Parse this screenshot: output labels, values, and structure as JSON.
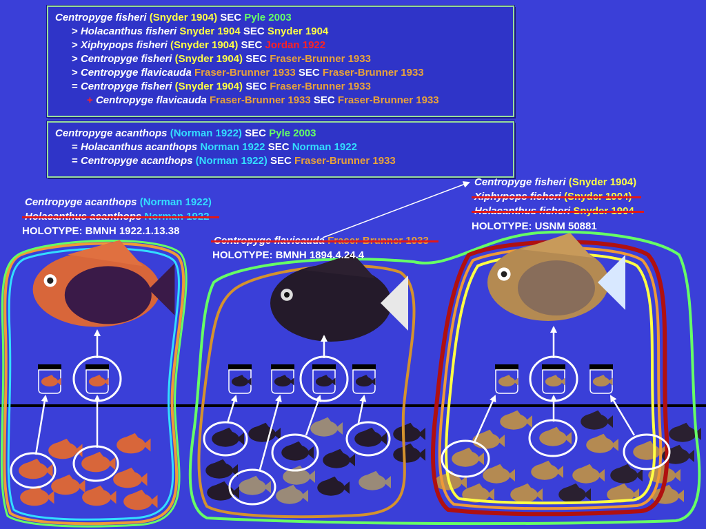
{
  "box1": {
    "lines": [
      [
        {
          "t": "Centropyge fisheri ",
          "c": "wht",
          "i": true
        },
        {
          "t": "(Snyder 1904)",
          "c": "yel"
        },
        {
          "t": " SEC ",
          "c": "wht"
        },
        {
          "t": "Pyle 2003",
          "c": "grn"
        }
      ],
      [
        {
          "t": "> ",
          "c": "wht"
        },
        {
          "t": "Holacanthus fisheri ",
          "c": "wht",
          "i": true
        },
        {
          "t": "Snyder 1904",
          "c": "yel"
        },
        {
          "t": " SEC ",
          "c": "wht"
        },
        {
          "t": "Snyder 1904",
          "c": "yel"
        }
      ],
      [
        {
          "t": "> ",
          "c": "wht"
        },
        {
          "t": "Xiphypops fisheri ",
          "c": "wht",
          "i": true
        },
        {
          "t": "(Snyder 1904)",
          "c": "yel"
        },
        {
          "t": " SEC ",
          "c": "wht"
        },
        {
          "t": "Jordan 1922",
          "c": "red"
        }
      ],
      [
        {
          "t": "> ",
          "c": "wht"
        },
        {
          "t": "Centropyge fisheri ",
          "c": "wht",
          "i": true
        },
        {
          "t": "(Snyder 1904)",
          "c": "yel"
        },
        {
          "t": " SEC ",
          "c": "wht"
        },
        {
          "t": "Fraser-Brunner 1933",
          "c": "org"
        }
      ],
      [
        {
          "t": "> ",
          "c": "wht"
        },
        {
          "t": "Centropyge flavicauda ",
          "c": "wht",
          "i": true
        },
        {
          "t": "Fraser-Brunner 1933",
          "c": "org"
        },
        {
          "t": " SEC ",
          "c": "wht"
        },
        {
          "t": "Fraser-Brunner 1933",
          "c": "org"
        }
      ],
      [
        {
          "t": "= ",
          "c": "wht"
        },
        {
          "t": "Centropyge fisheri ",
          "c": "wht",
          "i": true
        },
        {
          "t": "(Snyder 1904)",
          "c": "yel"
        },
        {
          "t": " SEC ",
          "c": "wht"
        },
        {
          "t": "Fraser-Brunner 1933",
          "c": "org"
        }
      ],
      [
        {
          "t": "+ ",
          "c": "red"
        },
        {
          "t": "Centropyge flavicauda ",
          "c": "wht",
          "i": true
        },
        {
          "t": "Fraser-Brunner 1933",
          "c": "org"
        },
        {
          "t": " SEC ",
          "c": "wht"
        },
        {
          "t": "Fraser-Brunner 1933",
          "c": "org"
        }
      ]
    ]
  },
  "box2": {
    "lines": [
      [
        {
          "t": "Centropyge acanthops ",
          "c": "wht",
          "i": true
        },
        {
          "t": "(Norman 1922)",
          "c": "cyn"
        },
        {
          "t": " SEC ",
          "c": "wht"
        },
        {
          "t": "Pyle 2003",
          "c": "grn"
        }
      ],
      [
        {
          "t": "= ",
          "c": "wht"
        },
        {
          "t": "Holacanthus acanthops ",
          "c": "wht",
          "i": true
        },
        {
          "t": "Norman 1922",
          "c": "cyn"
        },
        {
          "t": " SEC ",
          "c": "wht"
        },
        {
          "t": "Norman 1922",
          "c": "cyn"
        }
      ],
      [
        {
          "t": "= ",
          "c": "wht"
        },
        {
          "t": "Centropyge acanthops ",
          "c": "wht",
          "i": true
        },
        {
          "t": "(Norman 1922)",
          "c": "cyn"
        },
        {
          "t": " SEC ",
          "c": "wht"
        },
        {
          "t": "Fraser-Brunner 1933",
          "c": "org"
        }
      ]
    ]
  },
  "left_label": {
    "name": "Centropyge acanthops",
    "author": "(Norman 1922)",
    "struck_name": "Holacanthus acanthops",
    "struck_author": "Norman 1922",
    "holotype": "HOLOTYPE:  BMNH 1922.1.13.38"
  },
  "middle_label": {
    "struck_name": "Centropyge flavicauda",
    "struck_author": "Fraser-Brunner 1933",
    "holotype": "HOLOTYPE:  BMNH 1894.4.24.4"
  },
  "right_label": {
    "name": "Centropyge fisheri",
    "author": "(Snyder 1904)",
    "struck1_name": "Xiphypops fisheri",
    "struck1_author": "(Snyder 1904)",
    "struck2_name": "Holacanthus fisheri",
    "struck2_author": "Snyder 1904",
    "holotype": "HOLOTYPE:  USNM 50881"
  },
  "colors": {
    "background": "#3a3fd8",
    "cyan": "#33ddff",
    "green": "#66ff66",
    "yellow": "#ffff44",
    "orange": "#e8a23a",
    "red": "#ff2222",
    "dark_red": "#b01010",
    "fish_acanthops": "#d8663a",
    "fish_flavicauda": "#241a2a",
    "fish_fisheri": "#b48a52"
  },
  "icons": [
    "fish-icon",
    "specimen-jar-icon",
    "arrow-icon",
    "selection-circle-icon"
  ]
}
